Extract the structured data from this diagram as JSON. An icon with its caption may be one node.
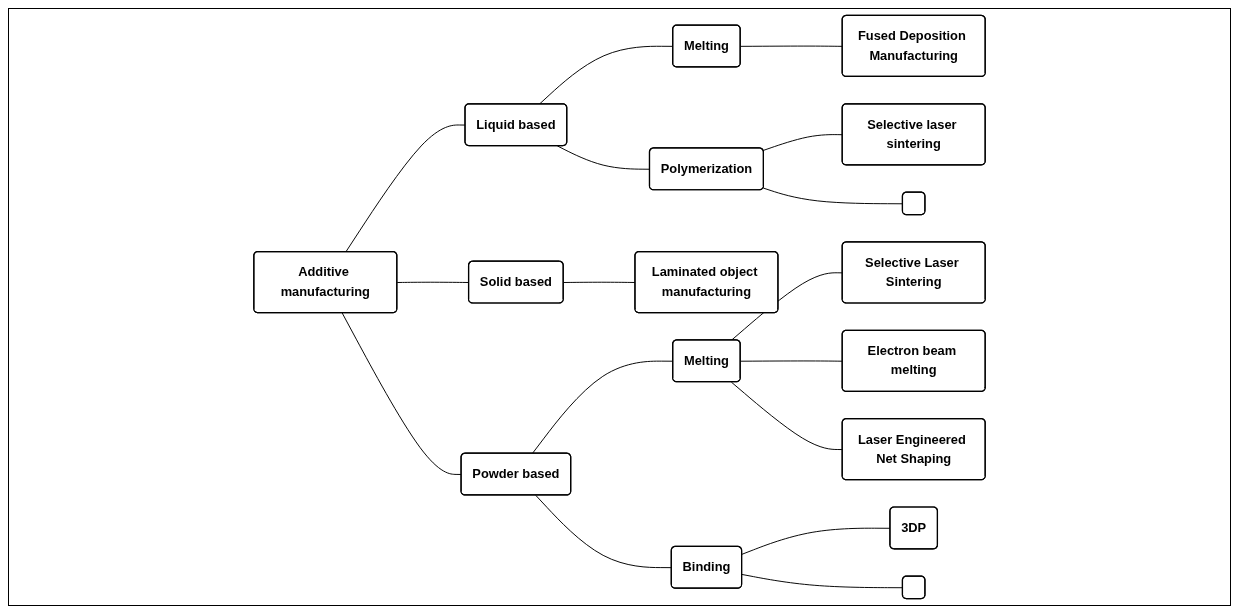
{
  "diagram": {
    "nodes": [
      {
        "text": [
          "Additive manufacturing"
        ]
      },
      {
        "text": [
          "Liquid based"
        ]
      },
      {
        "text": [
          "Solid based"
        ]
      },
      {
        "text": [
          "Powder based"
        ]
      },
      {
        "text": [
          "Melting"
        ]
      },
      {
        "text": [
          "Polymerization"
        ]
      },
      {
        "text": [
          "Fused Deposition Manufacturing"
        ]
      },
      {
        "text": [
          "Selective laser sintering"
        ]
      },
      {
        "text": [],
        "shape": "box"
      },
      {
        "text": [
          "Laminated object manufacturing"
        ]
      },
      {
        "text": [
          "Melting"
        ]
      },
      {
        "text": [
          "Binding"
        ]
      },
      {
        "text": [
          "Selective Laser Sintering"
        ]
      },
      {
        "text": [
          "Electron beam melting"
        ]
      },
      {
        "text": [
          "Laser Engineered Net Shaping"
        ]
      },
      {
        "text": [
          "3DP"
        ]
      },
      {
        "text": [],
        "shape": "box"
      }
    ],
    "edges": [
      {
        "from": 0,
        "to": 1,
        "arrow": "none"
      },
      {
        "from": 0,
        "to": 2,
        "arrow": "none"
      },
      {
        "from": 0,
        "to": 3,
        "arrow": "none"
      },
      {
        "from": 1,
        "to": 4,
        "arrow": "none"
      },
      {
        "from": 1,
        "to": 5,
        "arrow": "none"
      },
      {
        "from": 4,
        "to": 6,
        "arrow": "none"
      },
      {
        "from": 5,
        "to": 7,
        "arrow": "none"
      },
      {
        "from": 5,
        "to": 8,
        "arrow": "none"
      },
      {
        "from": 2,
        "to": 9,
        "arrow": "none"
      },
      {
        "from": 3,
        "to": 10,
        "arrow": "none"
      },
      {
        "from": 3,
        "to": 11,
        "arrow": "none"
      },
      {
        "from": 10,
        "to": 12,
        "arrow": "none"
      },
      {
        "from": 10,
        "to": 13,
        "arrow": "none"
      },
      {
        "from": 10,
        "to": 14,
        "arrow": "none"
      },
      {
        "from": 11,
        "to": 15,
        "arrow": "none"
      },
      {
        "from": 11,
        "to": 16,
        "arrow": "none"
      }
    ]
  }
}
